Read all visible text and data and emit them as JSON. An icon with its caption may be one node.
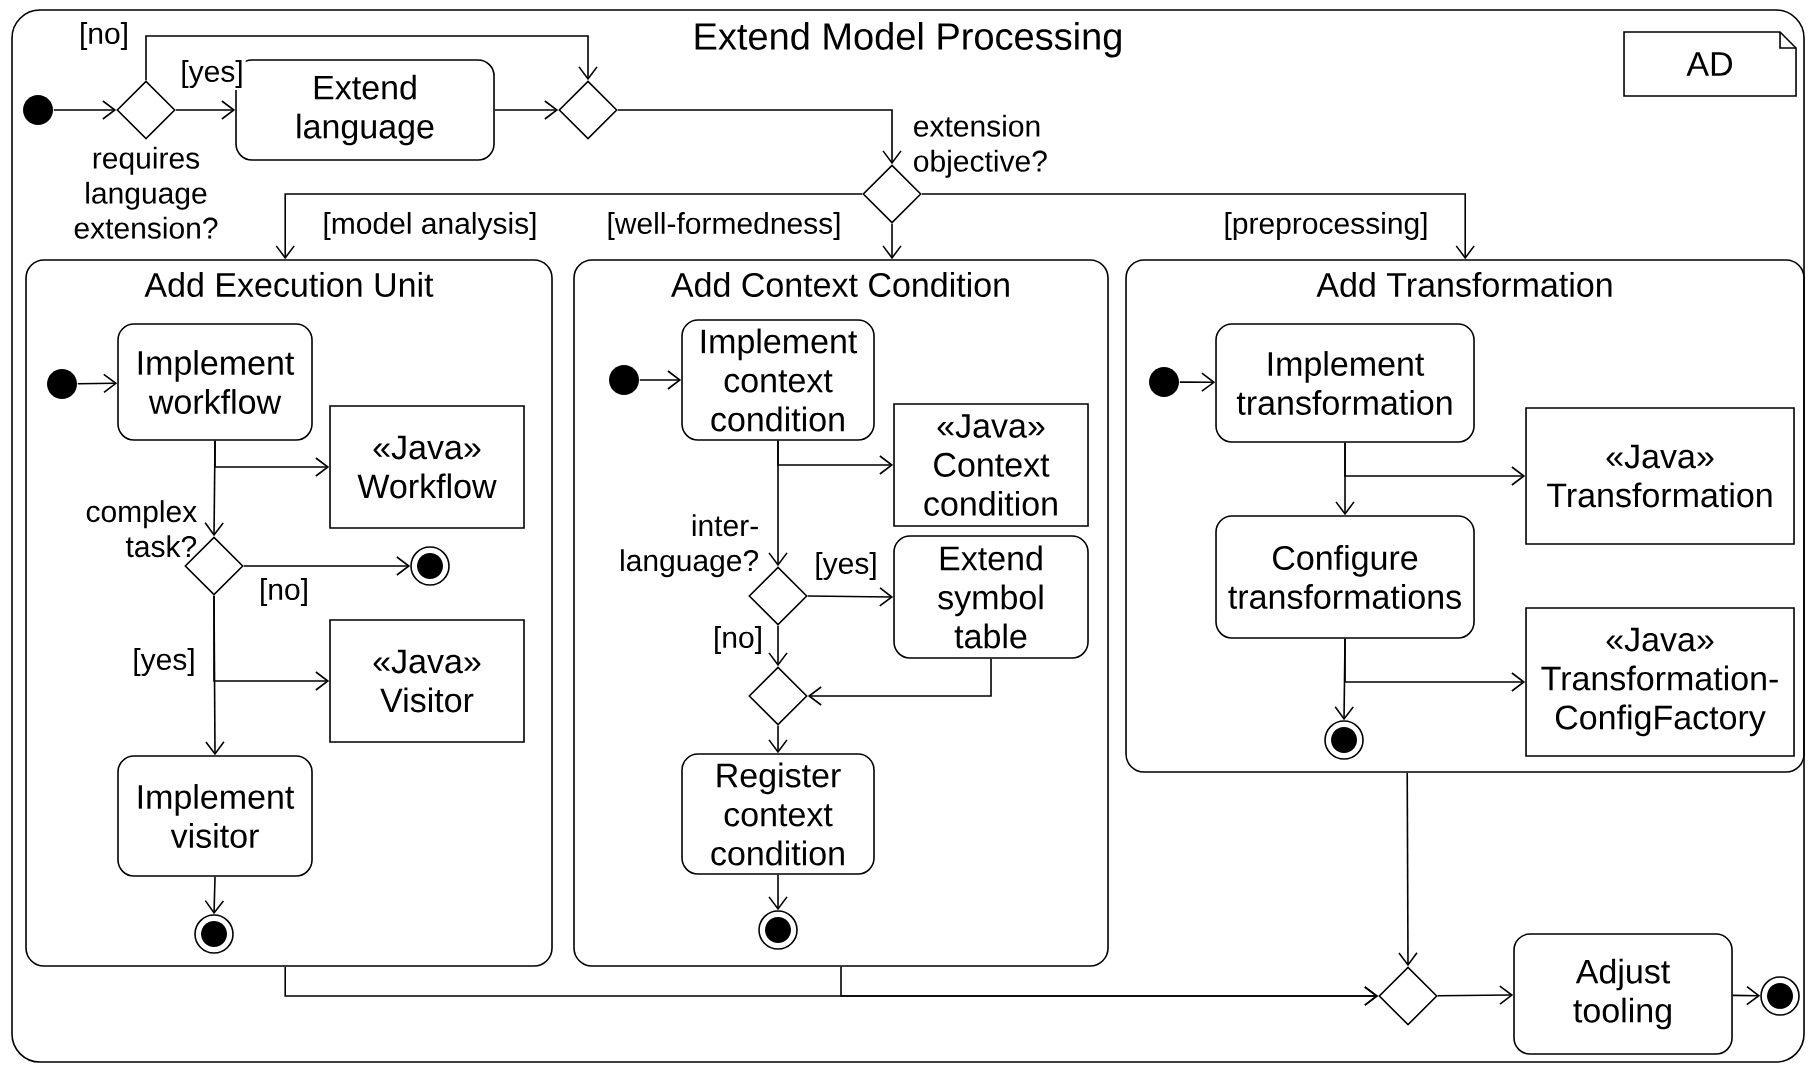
{
  "diagram": {
    "nodes": [
      {
        "text": [
          "Extend Model Processing"
        ]
      },
      {
        "text": [
          "AD"
        ],
        "in": 0
      },
      {
        "text": [],
        "shape": "dot",
        "in": 0
      },
      {
        "text": [],
        "shape": "diamond",
        "beside": [
          "requires language extension?"
        ],
        "in": 0
      },
      {
        "text": [
          "Extend language"
        ],
        "in": 0
      },
      {
        "text": [],
        "shape": "diamond",
        "in": 0
      },
      {
        "text": [],
        "shape": "diamond",
        "beside": [
          "extension objective?"
        ],
        "in": 0
      },
      {
        "text": [
          "Add Execution Unit"
        ],
        "in": 0
      },
      {
        "text": [],
        "shape": "dot",
        "in": 7
      },
      {
        "text": [
          "Implement workflow"
        ],
        "in": 7
      },
      {
        "text": [
          "«Java» Workflow"
        ],
        "in": 7
      },
      {
        "text": [],
        "shape": "diamond",
        "beside": [
          "complex task?"
        ],
        "in": 7
      },
      {
        "text": [],
        "shape": "bullseye",
        "in": 7
      },
      {
        "text": [
          "«Java» Visitor"
        ],
        "in": 7
      },
      {
        "text": [
          "Implement visitor"
        ],
        "in": 7
      },
      {
        "text": [],
        "shape": "bullseye",
        "in": 7
      },
      {
        "text": [
          "Add Context Condition"
        ],
        "in": 0
      },
      {
        "text": [],
        "shape": "dot",
        "in": 16
      },
      {
        "text": [
          "Implement context condition"
        ],
        "in": 16
      },
      {
        "text": [
          "«Java» Context condition"
        ],
        "in": 16
      },
      {
        "text": [],
        "shape": "diamond",
        "beside": [
          "inter-language?"
        ],
        "in": 16
      },
      {
        "text": [
          "Extend symbol table"
        ],
        "in": 16
      },
      {
        "text": [],
        "shape": "diamond",
        "in": 16
      },
      {
        "text": [
          "Register context condition"
        ],
        "in": 16
      },
      {
        "text": [],
        "shape": "bullseye",
        "in": 16
      },
      {
        "text": [
          "Add Transformation"
        ],
        "in": 0
      },
      {
        "text": [],
        "shape": "dot",
        "in": 25
      },
      {
        "text": [
          "Implement transformation"
        ],
        "in": 25
      },
      {
        "text": [
          "«Java» Transformation"
        ],
        "in": 25
      },
      {
        "text": [
          "Configure transformations"
        ],
        "in": 25
      },
      {
        "text": [
          "«Java» Transformation-ConfigFactory"
        ],
        "in": 25
      },
      {
        "text": [],
        "shape": "bullseye",
        "in": 25
      },
      {
        "text": [],
        "shape": "diamond",
        "in": 0
      },
      {
        "text": [
          "Adjust tooling"
        ],
        "in": 0
      },
      {
        "text": [],
        "shape": "bullseye",
        "in": 0
      }
    ],
    "edges": [
      {
        "from": 2,
        "to": 3,
        "arrow": "to"
      },
      {
        "from": 3,
        "to": 4,
        "arrow": "to",
        "label": "[yes]"
      },
      {
        "from": 3,
        "to": 5,
        "arrow": "to",
        "label": "[no]"
      },
      {
        "from": 4,
        "to": 5,
        "arrow": "to"
      },
      {
        "from": 5,
        "to": 6,
        "arrow": "to"
      },
      {
        "from": 6,
        "to": 7,
        "arrow": "to",
        "label": "[model analysis]"
      },
      {
        "from": 6,
        "to": 16,
        "arrow": "to",
        "label": "[well-formedness]"
      },
      {
        "from": 6,
        "to": 25,
        "arrow": "to",
        "label": "[preprocessing]"
      },
      {
        "from": 8,
        "to": 9,
        "arrow": "to"
      },
      {
        "from": 9,
        "to": 10,
        "arrow": "to"
      },
      {
        "from": 9,
        "to": 11,
        "arrow": "to"
      },
      {
        "from": 11,
        "to": 12,
        "arrow": "to",
        "label": "[no]"
      },
      {
        "from": 11,
        "to": 13,
        "arrow": "to"
      },
      {
        "from": 11,
        "to": 14,
        "arrow": "to",
        "label": "[yes]"
      },
      {
        "from": 14,
        "to": 15,
        "arrow": "to"
      },
      {
        "from": 17,
        "to": 18,
        "arrow": "to"
      },
      {
        "from": 18,
        "to": 19,
        "arrow": "to"
      },
      {
        "from": 18,
        "to": 20,
        "arrow": "to"
      },
      {
        "from": 20,
        "to": 21,
        "arrow": "to",
        "label": "[yes]"
      },
      {
        "from": 20,
        "to": 22,
        "arrow": "to",
        "label": "[no]"
      },
      {
        "from": 21,
        "to": 22,
        "arrow": "to"
      },
      {
        "from": 22,
        "to": 23,
        "arrow": "to"
      },
      {
        "from": 23,
        "to": 24,
        "arrow": "to"
      },
      {
        "from": 26,
        "to": 27,
        "arrow": "to"
      },
      {
        "from": 27,
        "to": 28,
        "arrow": "to"
      },
      {
        "from": 27,
        "to": 29,
        "arrow": "to"
      },
      {
        "from": 29,
        "to": 30,
        "arrow": "to"
      },
      {
        "from": 29,
        "to": 31,
        "arrow": "to"
      },
      {
        "from": 7,
        "to": 32,
        "arrow": "to"
      },
      {
        "from": 16,
        "to": 32,
        "arrow": "to"
      },
      {
        "from": 25,
        "to": 32,
        "arrow": "to"
      },
      {
        "from": 32,
        "to": 33,
        "arrow": "to"
      },
      {
        "from": 33,
        "to": 34,
        "arrow": "to"
      }
    ]
  }
}
